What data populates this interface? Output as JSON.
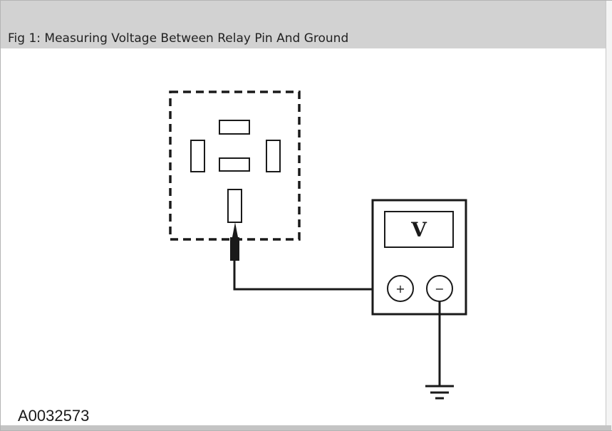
{
  "figure": {
    "caption": "Fig 1: Measuring Voltage Between Relay Pin And Ground",
    "figure_id": "A0032573"
  },
  "meter": {
    "display_label": "V",
    "positive_label": "+",
    "negative_label": "−"
  },
  "colors": {
    "caption_bar": "#d2d2d2",
    "line": "#1a1a1a",
    "background": "#ffffff"
  }
}
